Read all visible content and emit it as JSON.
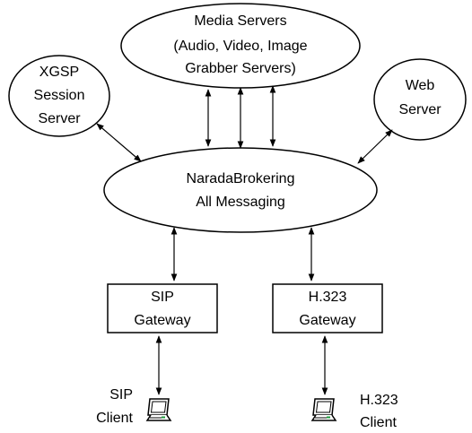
{
  "nodes": {
    "media_servers": {
      "line1": "Media Servers",
      "line2": "(Audio, Video, Image",
      "line3": "Grabber Servers)"
    },
    "xgsp_server": {
      "line1": "XGSP",
      "line2": "Session",
      "line3": "Server"
    },
    "web_server": {
      "line1": "Web",
      "line2": "Server"
    },
    "narada": {
      "line1": "NaradaBrokering",
      "line2": "All Messaging"
    },
    "sip_gateway": {
      "line1": "SIP",
      "line2": "Gateway"
    },
    "h323_gateway": {
      "line1": "H.323",
      "line2": "Gateway"
    },
    "sip_client": {
      "line1": "SIP",
      "line2": "Client"
    },
    "h323_client": {
      "line1": "H.323",
      "line2": "Client"
    }
  },
  "icons": {
    "client_terminal": "computer-terminal-icon"
  },
  "colors": {
    "stroke": "#000000",
    "background": "#ffffff",
    "screen_accent": "#1a9a3a"
  }
}
